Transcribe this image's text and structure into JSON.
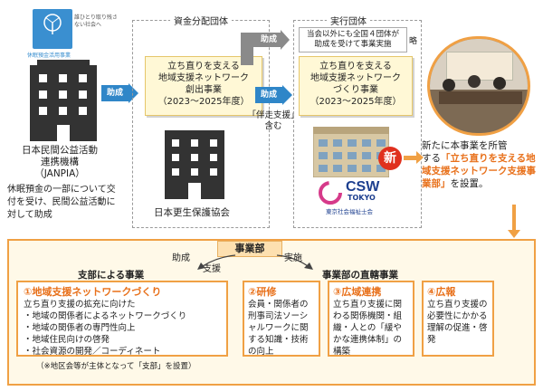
{
  "janpia": {
    "logo_caption": "休眠預金活用事業",
    "logo_text": "誰ひとり取り残さない社会へ",
    "name_line1": "日本民間公益活動",
    "name_line2": "連携機構",
    "name_line3": "（JANPIA）",
    "desc": "休眠預金の一部について交付を受け、民間公益活動に対して助成"
  },
  "arrow1_label": "助成",
  "funding": {
    "title": "資金分配団体",
    "box_line1": "立ち直りを支える",
    "box_line2": "地域支援ネットワーク",
    "box_line3": "創出事業",
    "box_line4": "（2023〜2025年度）",
    "org_name": "日本更生保護協会"
  },
  "arrow_top_label": "助成",
  "arrow2_label": "助成",
  "support_note_line1": "「伴走支援」",
  "support_note_line2": "含む",
  "impl": {
    "title": "実行団体",
    "note_line1": "当会以外にも全国４団体が",
    "note_line2": "助成を受けて事業実施",
    "note_abbrev": "略",
    "box_line1": "立ち直りを支える",
    "box_line2": "地域支援ネットワーク",
    "box_line3": "づくり事業",
    "box_line4": "（2023〜2025年度）",
    "csw_logo": "CSW",
    "csw_tokyo": "TOKYO",
    "csw_caption": "東京社会福祉士会"
  },
  "new_badge": "新",
  "callout": {
    "line1": "新たに本事業を所管",
    "line2_pre": "する",
    "highlight": "「立ち直りを支える地域支援ネットワーク支援事業部」",
    "line_post": "を設置。"
  },
  "dept": {
    "title": "事業部",
    "left_label": "助成",
    "support_label": "支援",
    "right_label": "実施",
    "branch_title": "支部による事業",
    "direct_title": "事業部の直轄事業"
  },
  "branch_box": {
    "title": "①地域支援ネットワークづくり",
    "items": [
      "立ち直り支援の拡充に向けた",
      "・地域の関係者によるネットワークづくり",
      "・地域の関係者の専門性向上",
      "・地域住民向けの啓発",
      "・社会資源の開発／コーディネート"
    ],
    "footnote": "（※地区会等が主体となって「支部」を設置）"
  },
  "direct_boxes": [
    {
      "title": "②研修",
      "text": "会員・関係者の刑事司法ソーシャルワークに関する知識・技術の向上"
    },
    {
      "title": "③広域連携",
      "text": "立ち直り支援に関わる関係機関・組織・人との「緩やかな連携体制」の構築"
    },
    {
      "title": "④広報",
      "text": "立ち直り支援の必要性にかかる理解の促進・啓発"
    }
  ],
  "colors": {
    "accent_orange": "#f0a044",
    "arrow_blue": "#2f86c8",
    "badge_red": "#e0301e",
    "box_yellow": "#fff8d6"
  }
}
